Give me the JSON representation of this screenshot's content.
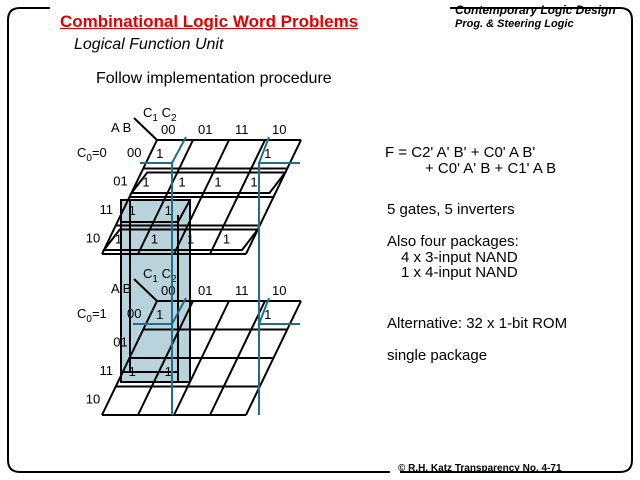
{
  "header": {
    "title": "Combinational Logic Word Problems",
    "subtitle": "Logical Function Unit",
    "book": "Contemporary  Logic Design",
    "chapter": "Prog. & Steering Logic"
  },
  "heading": "Follow implementation procedure",
  "kmap": {
    "var_cols": "C",
    "col_sub1": "1",
    "col_sub2": "2",
    "row_vars": "A B",
    "col_labels": [
      "00",
      "01",
      "11",
      "10"
    ],
    "row_labels": [
      "00",
      "01",
      "11",
      "10"
    ],
    "maps": [
      {
        "label": "C",
        "label_sub": "0",
        "label_val": "=0",
        "cells": [
          [
            "1",
            "",
            "",
            "1"
          ],
          [
            "1",
            "1",
            "1",
            "1"
          ],
          [
            "1",
            "1",
            "",
            ""
          ],
          [
            "1",
            "1",
            "1",
            "1"
          ]
        ]
      },
      {
        "label": "C",
        "label_sub": "0",
        "label_val": "=1",
        "cells": [
          [
            "1",
            "",
            "",
            "1"
          ],
          [
            "",
            "",
            "",
            ""
          ],
          [
            "1",
            "1",
            "",
            ""
          ],
          [
            "",
            "",
            "",
            ""
          ]
        ]
      }
    ]
  },
  "right": {
    "eq1": "F = C2' A' B'  +  C0' A B'",
    "eq2": "+ C0' A' B  +  C1' A B",
    "gates": "5 gates, 5 inverters",
    "pk1": "Also four packages:",
    "pk2": "4 x 3-input NAND",
    "pk3": "1 x 4-input NAND",
    "alt": "Alternative: 32 x 1-bit ROM",
    "single": "single package"
  },
  "footer": "© R.H. Katz   Transparency No. 4-71",
  "colors": {
    "title": "#e00000",
    "loop": "#1f6f8b",
    "shade": "#b9d3dc"
  }
}
